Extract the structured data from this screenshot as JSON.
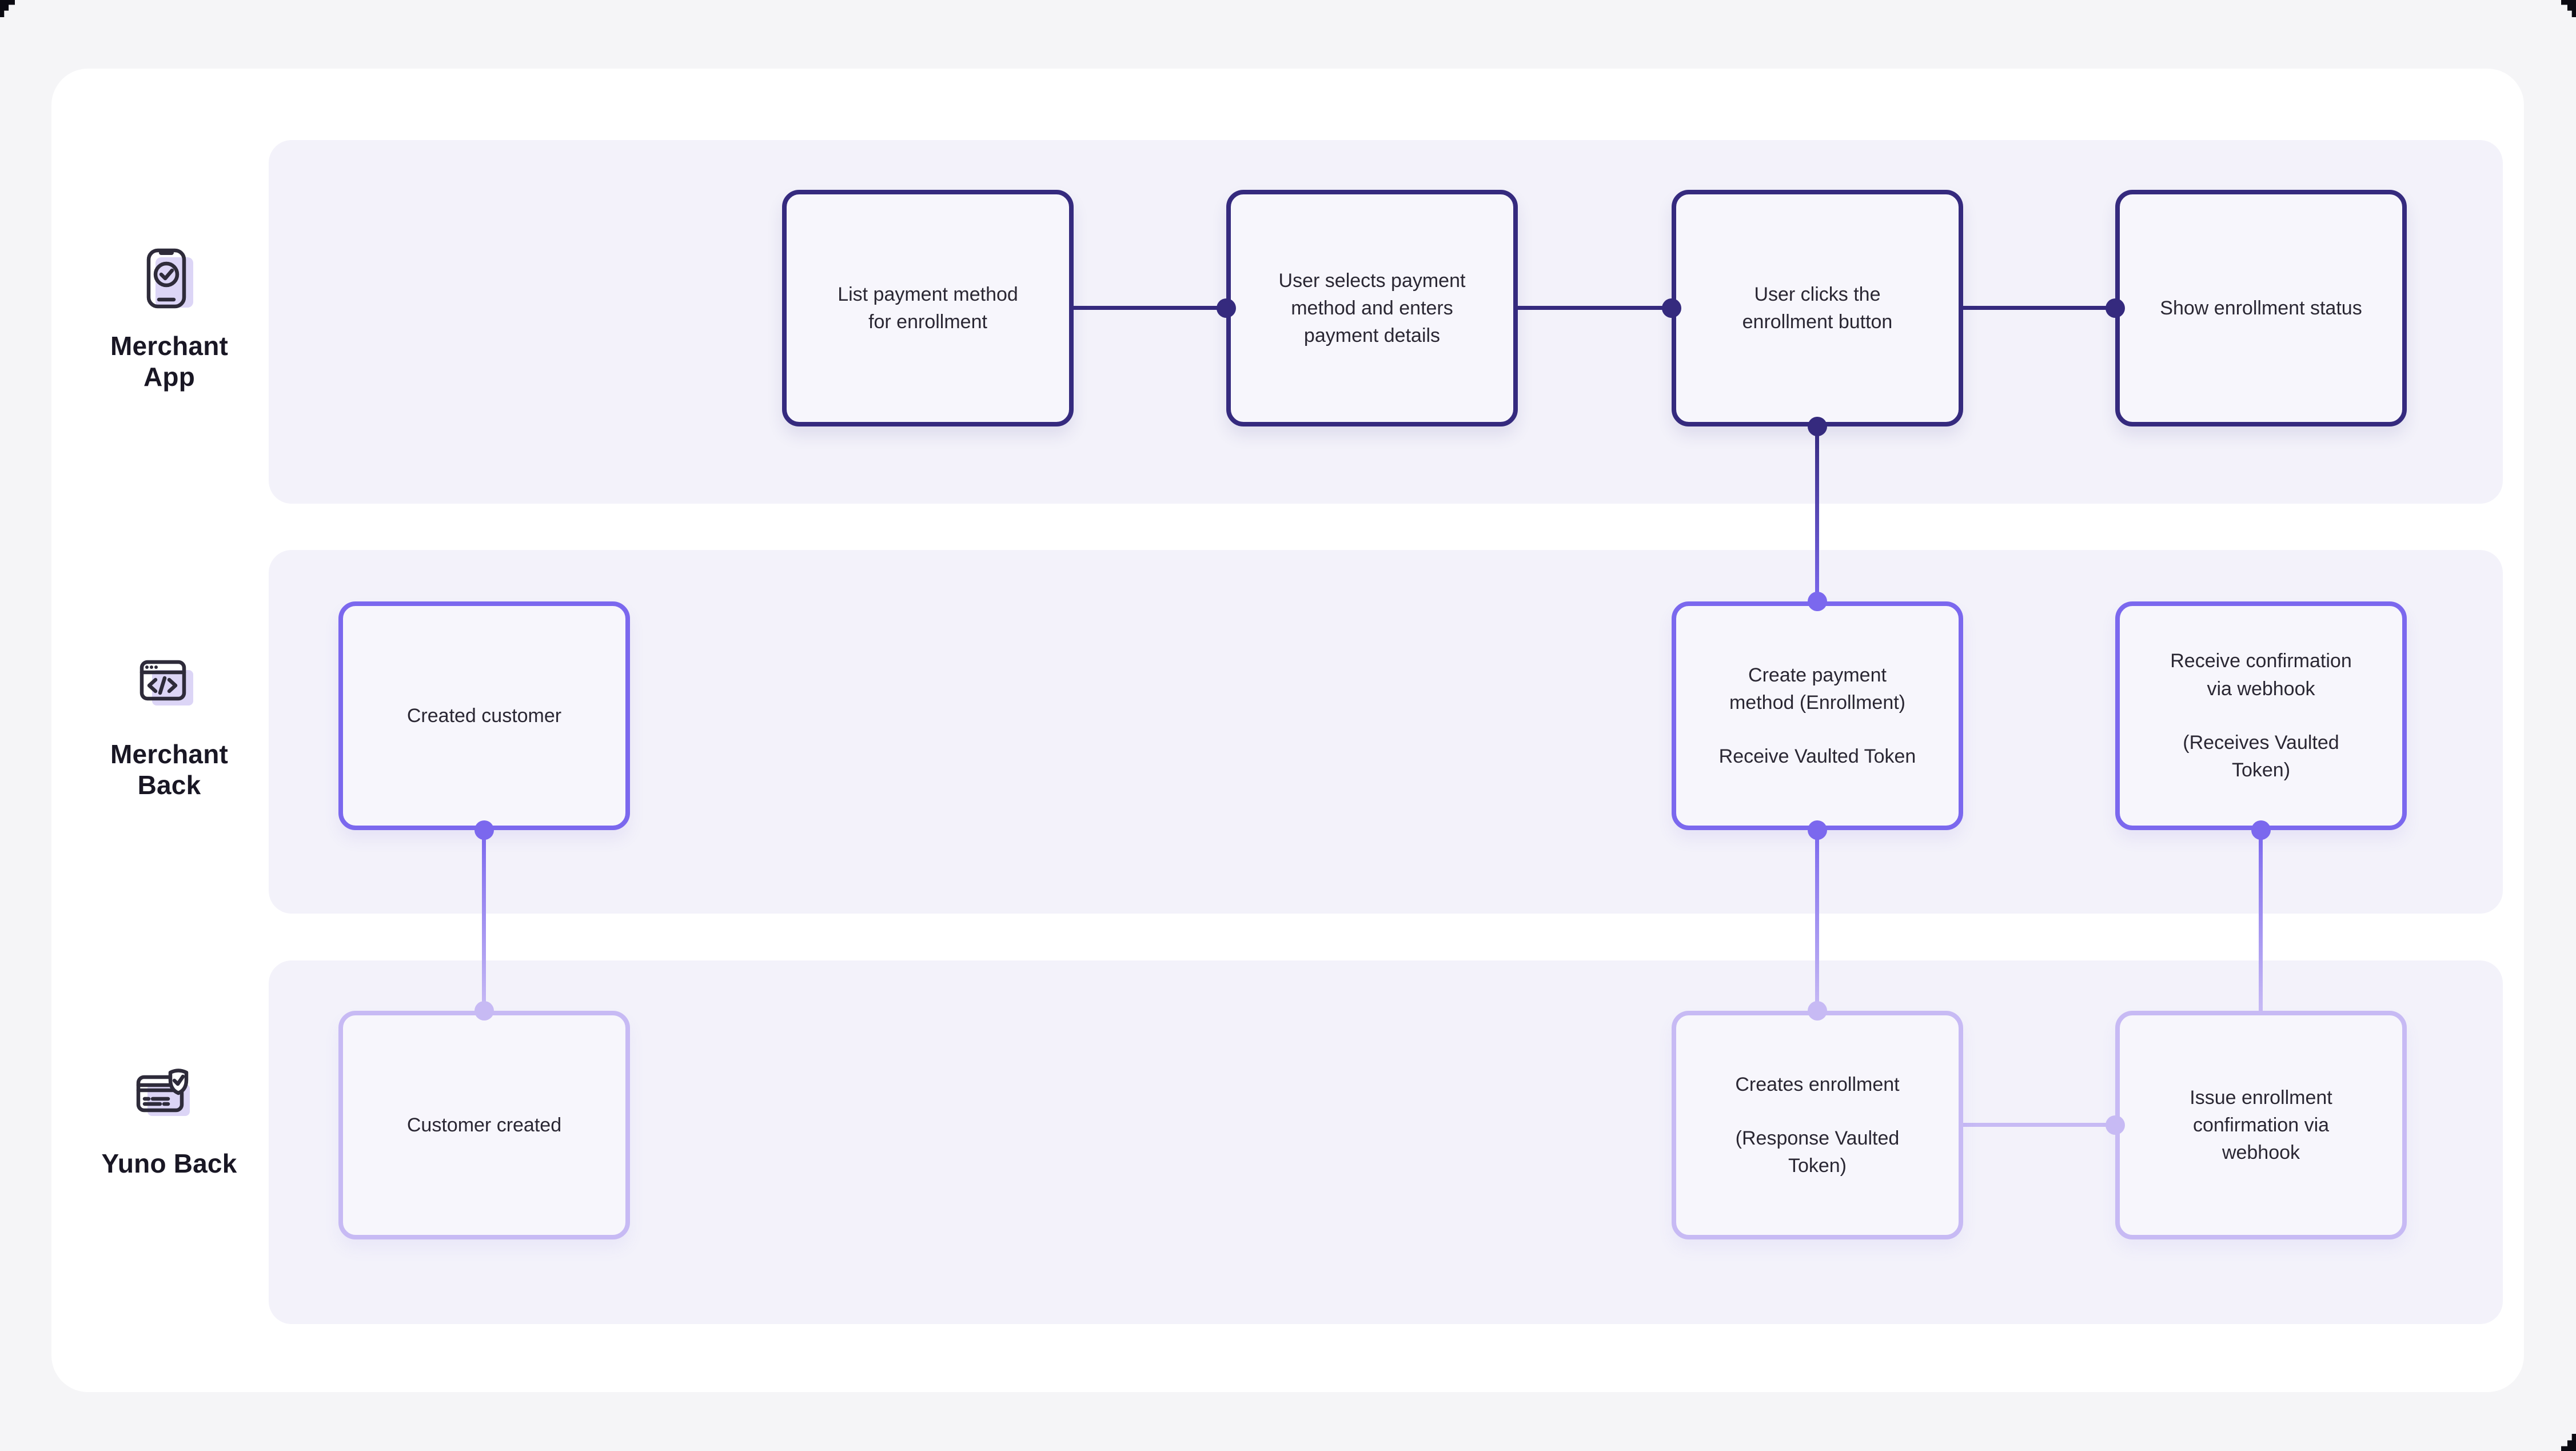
{
  "diagram": {
    "lanes": [
      {
        "label": "Merchant App",
        "icon": "phone-check-icon"
      },
      {
        "label": "Merchant Back",
        "icon": "code-window-icon"
      },
      {
        "label": "Yuno Back",
        "icon": "card-shield-icon"
      }
    ],
    "nodes": {
      "list_payment_method": {
        "line1": "List payment method\nfor enrollment",
        "line2": ""
      },
      "user_selects_payment": {
        "line1": "User selects payment\nmethod and enters\npayment details",
        "line2": ""
      },
      "user_clicks_enrollment": {
        "line1": "User clicks the\nenrollment button",
        "line2": ""
      },
      "show_enrollment_status": {
        "line1": "Show enrollment status",
        "line2": ""
      },
      "created_customer": {
        "line1": "Created customer",
        "line2": ""
      },
      "create_payment_method": {
        "line1": "Create payment\nmethod (Enrollment)",
        "line2": "Receive Vaulted Token"
      },
      "receive_confirmation": {
        "line1": "Receive confirmation\nvia webhook",
        "line2": "(Receives Vaulted\nToken)"
      },
      "customer_created": {
        "line1": "Customer created",
        "line2": ""
      },
      "creates_enrollment": {
        "line1": "Creates enrollment",
        "line2": "(Response Vaulted\nToken)"
      },
      "issue_enrollment_confirmation": {
        "line1": "Issue enrollment\nconfirmation via\nwebhook",
        "line2": ""
      }
    },
    "colors": {
      "merchant_app_accent": "#352A7E",
      "merchant_back_accent": "#7B68EE",
      "yuno_back_accent": "#C7BAF4",
      "lane_background": "#F3F2FA",
      "canvas_background": "#FFFFFF",
      "page_background": "#F5F5F7",
      "node_background": "#F7F6FC",
      "text": "#2A2733"
    }
  }
}
